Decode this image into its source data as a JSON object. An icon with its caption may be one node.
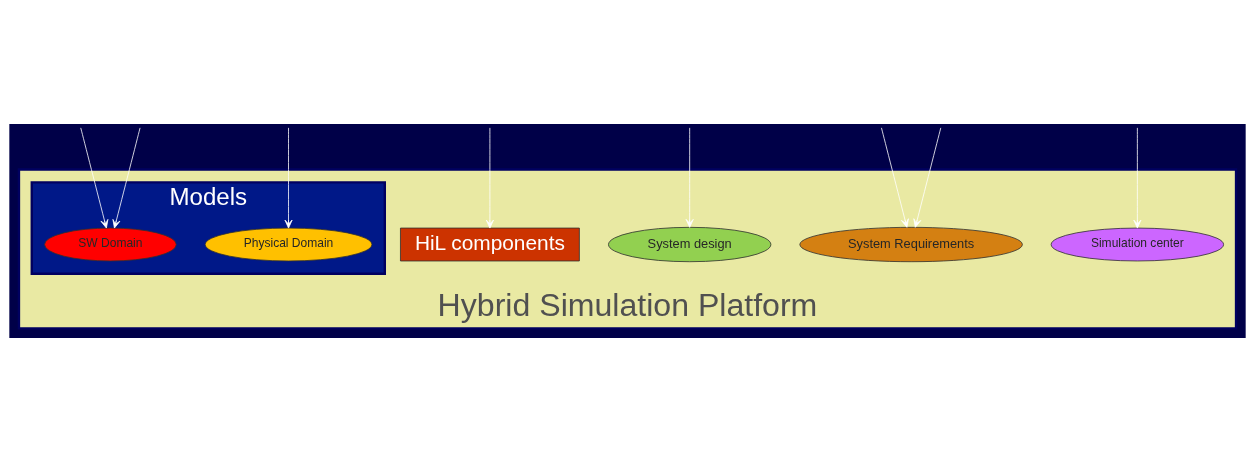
{
  "diagram": {
    "nodes": [
      {
        "text": [
          "Hybrid Simulation Platform"
        ]
      },
      {
        "text": [
          "System design"
        ],
        "in": 0
      },
      {
        "text": [
          "System Requirements"
        ],
        "in": 0
      },
      {
        "text": [
          "Models"
        ],
        "in": 0
      },
      {
        "text": [
          "SW Domain"
        ],
        "in": 3
      },
      {
        "text": [
          "Physical Domain"
        ],
        "in": 3
      },
      {
        "text": [
          "HiL components"
        ],
        "in": 0
      },
      {
        "text": [
          "Simulation center"
        ],
        "in": 0
      }
    ],
    "edges": [
      {
        "from": null,
        "to": 4,
        "arrow": "to"
      },
      {
        "from": null,
        "to": 4,
        "arrow": "to"
      },
      {
        "from": null,
        "to": 5,
        "arrow": "to"
      },
      {
        "from": null,
        "to": 6,
        "arrow": "to"
      },
      {
        "from": null,
        "to": 1,
        "arrow": "to"
      },
      {
        "from": null,
        "to": 2,
        "arrow": "to"
      },
      {
        "from": null,
        "to": 2,
        "arrow": "to"
      },
      {
        "from": null,
        "to": 7,
        "arrow": "to"
      }
    ]
  }
}
